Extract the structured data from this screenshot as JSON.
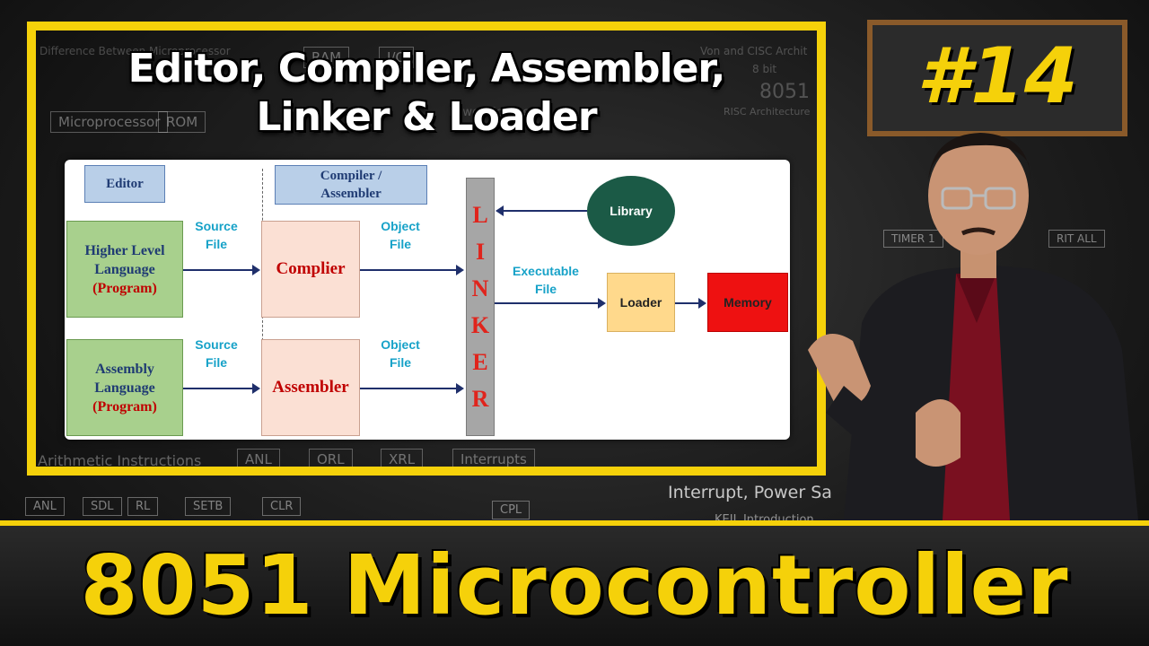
{
  "background": {
    "chalk_texts": [
      "Difference Between Microprocessor",
      "RAM",
      "I/O",
      "Von and CISC Archit",
      "8 bit",
      "8051",
      "Microprocessor",
      "ROM",
      "Power/Counter",
      "RISC Architecture",
      "Interrupt, Power Sa",
      "KEIL Introduction",
      "Arithmetic Instructions",
      "TIMER 1",
      "RIT ALL"
    ],
    "chips": [
      "ANL",
      "ORL",
      "XRL",
      "Interrupts",
      "ANL",
      "SDL",
      "RL",
      "SETB",
      "CLR",
      "CPL"
    ]
  },
  "title": {
    "line1": "Editor, Compiler, Assembler,",
    "line2": "Linker & Loader"
  },
  "episode": "#14",
  "diagram": {
    "editor_label": "Editor",
    "compiler_label_line1": "Compiler /",
    "compiler_label_line2": "Assembler",
    "hll_line1": "Higher Level",
    "hll_line2": "Language",
    "hll_line3": "(Program)",
    "asm_line1": "Assembly",
    "asm_line2": "Language",
    "asm_line3": "(Program)",
    "source_line1": "Source",
    "source_line2": "File",
    "object_line1": "Object",
    "object_line2": "File",
    "compiler_box": "Complier",
    "assembler_box": "Assembler",
    "linker_letters": [
      "L",
      "I",
      "N",
      "K",
      "E",
      "R"
    ],
    "library": "Library",
    "executable_line1": "Executable",
    "executable_line2": "File",
    "loader": "Loader",
    "memory": "Memory"
  },
  "footer": "8051 Microcontroller",
  "colors": {
    "accent_yellow": "#f5d10a",
    "linker_red": "#e0241c",
    "library_green": "#1b5a46",
    "memory_red": "#ee1111",
    "loader_orange": "#ffd98c"
  }
}
